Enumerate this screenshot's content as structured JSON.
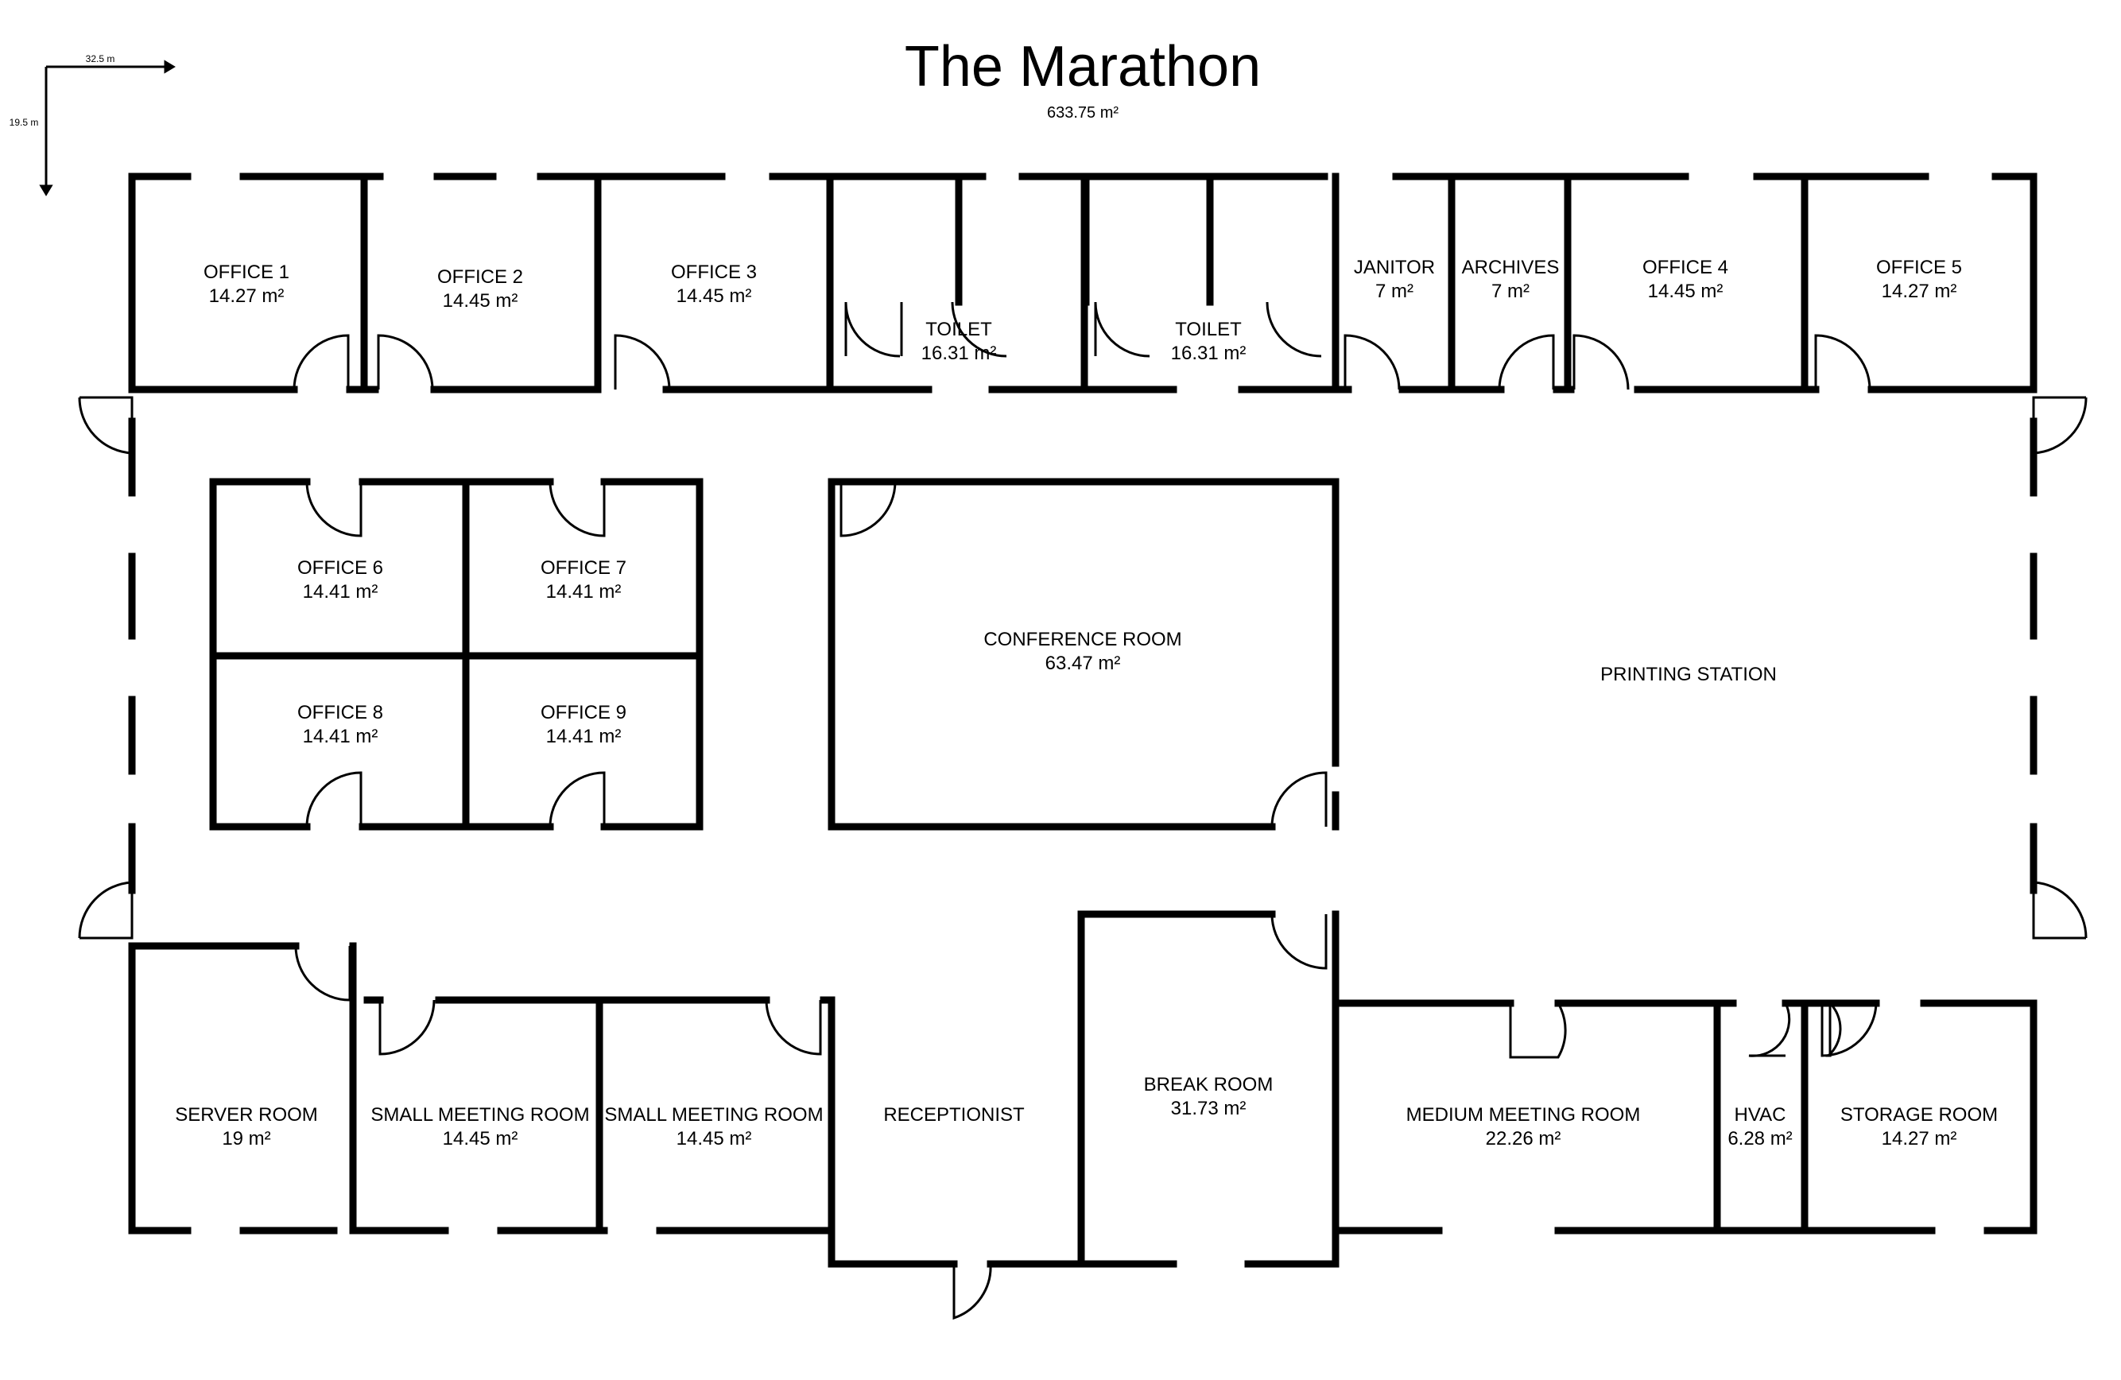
{
  "plan": {
    "title": "The Marathon",
    "total_area": "633.75 m²",
    "scale": {
      "width": "32.5 m",
      "height": "19.5 m"
    },
    "rooms": [
      {
        "id": "office-1",
        "name": "OFFICE 1",
        "area": "14.27 m²"
      },
      {
        "id": "office-2",
        "name": "OFFICE 2",
        "area": "14.45 m²"
      },
      {
        "id": "office-3",
        "name": "OFFICE 3",
        "area": "14.45 m²"
      },
      {
        "id": "toilet-1",
        "name": "TOILET",
        "area": "16.31 m²"
      },
      {
        "id": "toilet-2",
        "name": "TOILET",
        "area": "16.31 m²"
      },
      {
        "id": "janitor",
        "name": "JANITOR",
        "area": "7 m²"
      },
      {
        "id": "archives",
        "name": "ARCHIVES",
        "area": "7 m²"
      },
      {
        "id": "office-4",
        "name": "OFFICE 4",
        "area": "14.45 m²"
      },
      {
        "id": "office-5",
        "name": "OFFICE 5",
        "area": "14.27 m²"
      },
      {
        "id": "office-6",
        "name": "OFFICE 6",
        "area": "14.41 m²"
      },
      {
        "id": "office-7",
        "name": "OFFICE 7",
        "area": "14.41 m²"
      },
      {
        "id": "office-8",
        "name": "OFFICE 8",
        "area": "14.41 m²"
      },
      {
        "id": "office-9",
        "name": "OFFICE 9",
        "area": "14.41 m²"
      },
      {
        "id": "conference-room",
        "name": "CONFERENCE ROOM",
        "area": "63.47 m²"
      },
      {
        "id": "printing-station",
        "name": "PRINTING STATION",
        "area": ""
      },
      {
        "id": "server-room",
        "name": "SERVER ROOM",
        "area": "19 m²"
      },
      {
        "id": "small-meeting-room-1",
        "name": "SMALL MEETING ROOM",
        "area": "14.45 m²"
      },
      {
        "id": "small-meeting-room-2",
        "name": "SMALL MEETING ROOM",
        "area": "14.45 m²"
      },
      {
        "id": "receptionist",
        "name": "RECEPTIONIST",
        "area": ""
      },
      {
        "id": "break-room",
        "name": "BREAK ROOM",
        "area": "31.73 m²"
      },
      {
        "id": "medium-meeting-room",
        "name": "MEDIUM MEETING ROOM",
        "area": "22.26 m²"
      },
      {
        "id": "hvac",
        "name": "HVAC",
        "area": "6.28 m²"
      },
      {
        "id": "storage-room",
        "name": "STORAGE ROOM",
        "area": "14.27 m²"
      }
    ]
  }
}
